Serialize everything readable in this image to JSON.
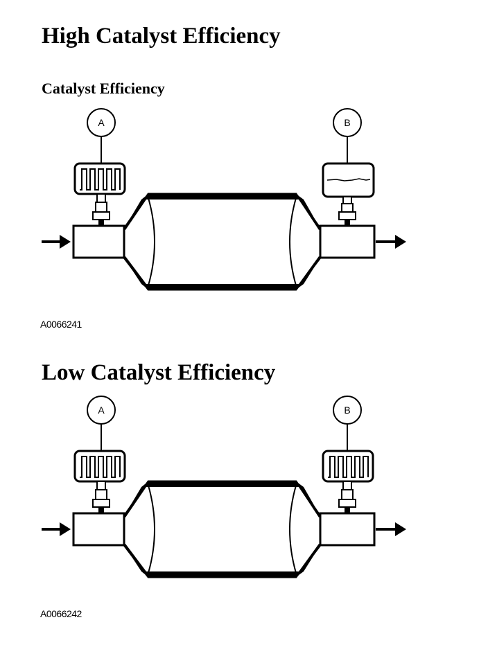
{
  "section_high": {
    "heading": "High Catalyst Efficiency",
    "subheading": "Catalyst Efficiency",
    "sensor_upstream_label": "A",
    "sensor_downstream_label": "B",
    "upstream_signal": "switching",
    "downstream_signal": "flat",
    "figure_id": "A0066241"
  },
  "section_low": {
    "heading": "Low Catalyst Efficiency",
    "sensor_upstream_label": "A",
    "sensor_downstream_label": "B",
    "upstream_signal": "switching",
    "downstream_signal": "switching",
    "figure_id": "A0066242"
  }
}
